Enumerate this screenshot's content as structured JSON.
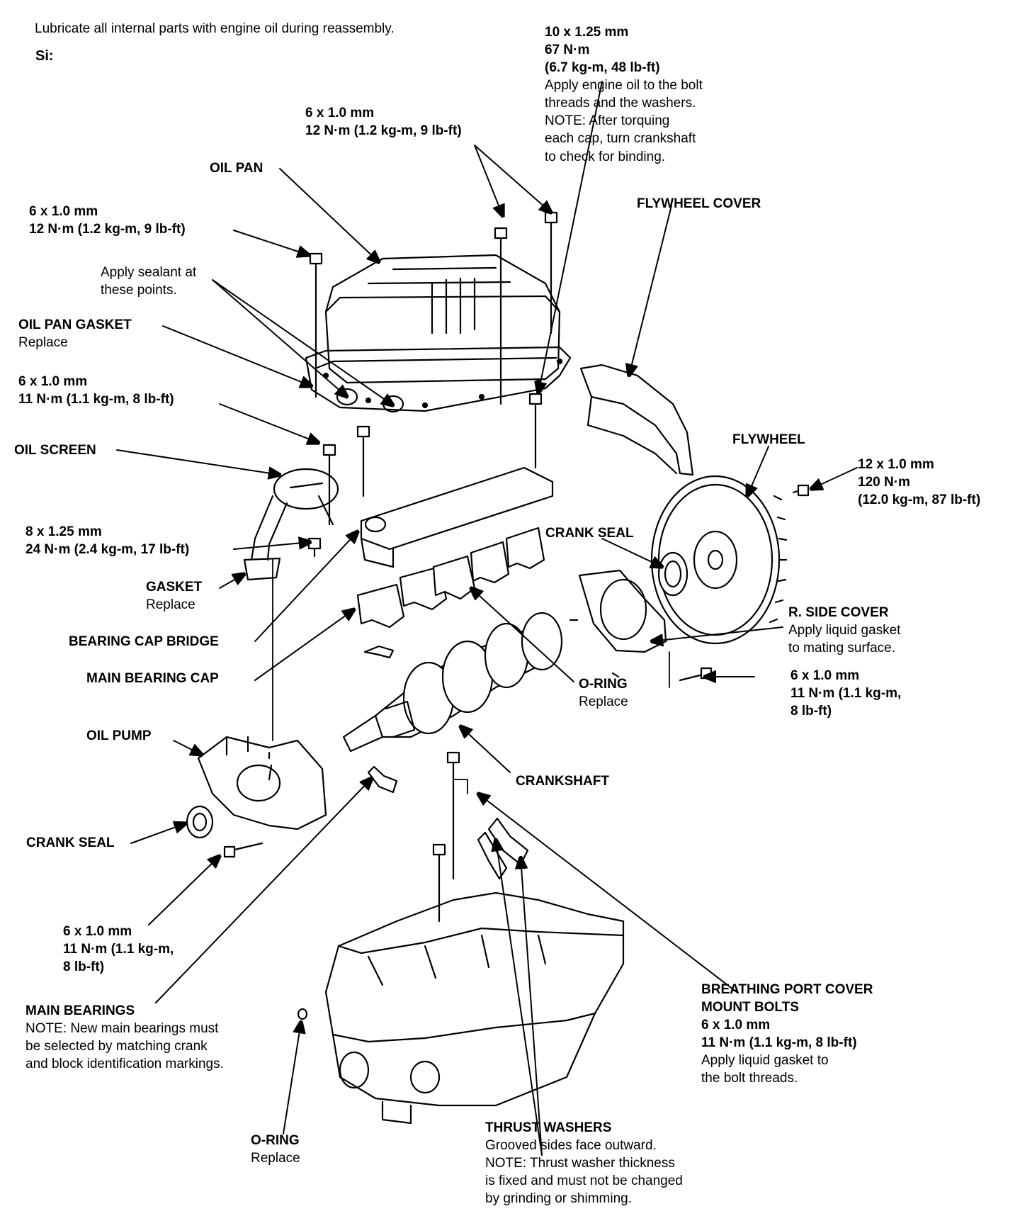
{
  "header": {
    "intro": "Lubricate all internal parts with engine oil during reassembly.",
    "model": "Si:"
  },
  "labels": {
    "bolt_top_right": [
      "10 x 1.25 mm",
      "67 N·m",
      "(6.7 kg-m, 48 lb-ft)",
      "Apply engine oil to the bolt",
      "threads and the washers.",
      "NOTE: After torquing",
      "each cap, turn crankshaft",
      "to check for binding."
    ],
    "bolt_top_mid": [
      "6 x 1.0 mm",
      "12 N·m (1.2 kg-m, 9 lb-ft)"
    ],
    "oil_pan": "OIL PAN",
    "flywheel_cover": "FLYWHEEL COVER",
    "bolt_pan_left": [
      "6 x 1.0 mm",
      "12 N·m (1.2 kg-m, 9 lb-ft)"
    ],
    "sealant": [
      "Apply sealant at",
      "these points."
    ],
    "oil_pan_gasket": [
      "OIL PAN GASKET",
      "Replace"
    ],
    "bolt_screen": [
      "6 x 1.0 mm",
      "11 N·m (1.1 kg-m, 8 lb-ft)"
    ],
    "oil_screen": "OIL SCREEN",
    "flywheel": "FLYWHEEL",
    "bolt_flywheel": [
      "12 x 1.0 mm",
      "120 N·m",
      "(12.0 kg-m, 87 lb-ft)"
    ],
    "bolt_8mm": [
      "8 x 1.25 mm",
      "24 N·m (2.4 kg-m, 17 lb-ft)"
    ],
    "crank_seal_right": "CRANK SEAL",
    "gasket": [
      "GASKET",
      "Replace"
    ],
    "r_side_cover": [
      "R. SIDE COVER",
      "Apply liquid gasket",
      "to mating surface."
    ],
    "bearing_cap_bridge": "BEARING CAP BRIDGE",
    "main_bearing_cap": "MAIN BEARING CAP",
    "o_ring_mid": [
      "O-RING",
      "Replace"
    ],
    "bolt_side_cover": [
      "6 x 1.0 mm",
      "11 N·m (1.1 kg-m,",
      "8 lb-ft)"
    ],
    "oil_pump": "OIL PUMP",
    "crankshaft": "CRANKSHAFT",
    "crank_seal_left": "CRANK SEAL",
    "bolt_pump": [
      "6 x 1.0 mm",
      "11 N·m (1.1 kg-m,",
      "8 lb-ft)"
    ],
    "main_bearings": [
      "MAIN BEARINGS",
      "NOTE: New main bearings must",
      "be selected by matching crank",
      "and block identification markings."
    ],
    "breathing_port": [
      "BREATHING PORT COVER",
      "MOUNT BOLTS",
      "6 x 1.0 mm",
      "11 N·m (1.1 kg-m, 8 lb-ft)",
      "Apply liquid gasket to",
      "the bolt threads."
    ],
    "o_ring_bottom": [
      "O-RING",
      "Replace"
    ],
    "thrust_washers": [
      "THRUST WASHERS",
      "Grooved sides face outward.",
      "NOTE: Thrust washer thickness",
      "is fixed and must not be changed",
      "by grinding or shimming."
    ]
  }
}
